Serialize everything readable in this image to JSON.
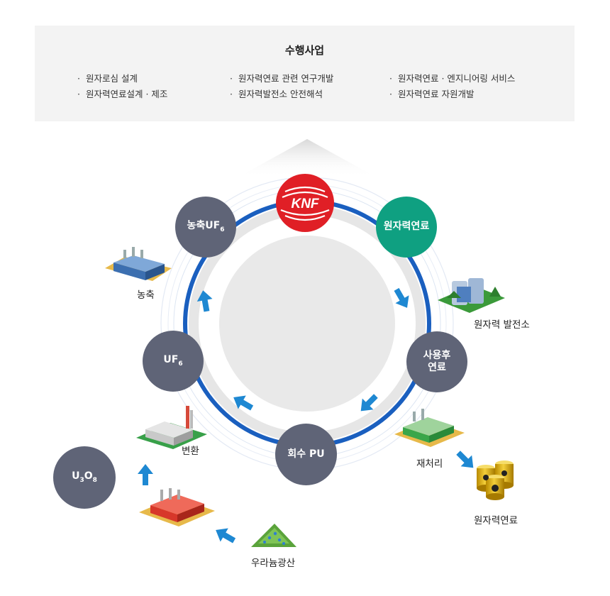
{
  "panel": {
    "title": "수행사업",
    "items": [
      "원자로심 설계",
      "원자력연료설계 · 제조",
      "원자력연료 관련 연구개발",
      "원자력발전소 안전해석",
      "원자력연료 · 엔지니어링 서비스",
      "원자력연료 자원개발"
    ]
  },
  "logo_text": "KNF",
  "nodes": {
    "enrich_uf6": "농축UF",
    "enrich_uf6_sub": "6",
    "nuclear_fuel": "원자력연료",
    "spent_fuel": "사용후\n연료",
    "recovered_pu": "회수 PU",
    "uf6": "UF",
    "uf6_sub": "6",
    "u3o8_a": "U",
    "u3o8_sub1": "3",
    "u3o8_b": "O",
    "u3o8_sub2": "8"
  },
  "labels": {
    "enrichment": "농축",
    "power_plant": "원자력 발전소",
    "conversion": "변환",
    "reprocessing": "재처리",
    "nuclear_fuel_out": "원자력연료",
    "uranium_mine": "우라늄광산"
  },
  "colors": {
    "ring": "#1a5fbf",
    "node": "#5f6477",
    "node_highlight": "#0fa081",
    "arrow": "#1e88d2",
    "logo": "#e01f26",
    "panel_bg": "#f3f3f3"
  }
}
